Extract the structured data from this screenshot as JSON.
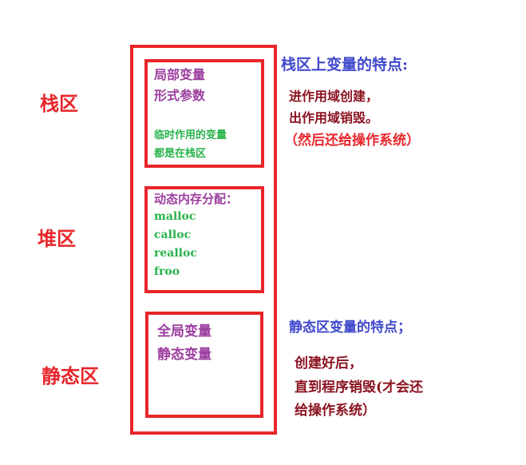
{
  "regions": {
    "stack_label": "栈区",
    "heap_label": "堆区",
    "static_label": "静态区"
  },
  "stack_box": {
    "line1": "局部变量",
    "line2": "形式参数",
    "note1": "临时作用的变量",
    "note2": "都是在栈区"
  },
  "heap_box": {
    "title": "动态内存分配：",
    "functions": [
      "malloc",
      "calloc",
      "realloc",
      "froo"
    ]
  },
  "static_box": {
    "line1": "全局变量",
    "line2": "静态变量"
  },
  "stack_notes": {
    "heading": "栈区上变量的特点:",
    "line1": "进作用域创建，",
    "line2": "出作用域销毁。",
    "line3": "（然后还给操作系统）"
  },
  "static_notes": {
    "heading": "静态区变量的特点；",
    "line1": "创建好后，",
    "line2": "直到程序销毁(才会还",
    "line3": "给操作系统）"
  },
  "colors": {
    "border": "#e8262b",
    "region_label": "#e8262b",
    "box_text": "#9b3d9e",
    "green_text": "#27b34a",
    "heading": "#3f48cc",
    "body_text": "#8b1420",
    "highlight": "#e8262b"
  }
}
